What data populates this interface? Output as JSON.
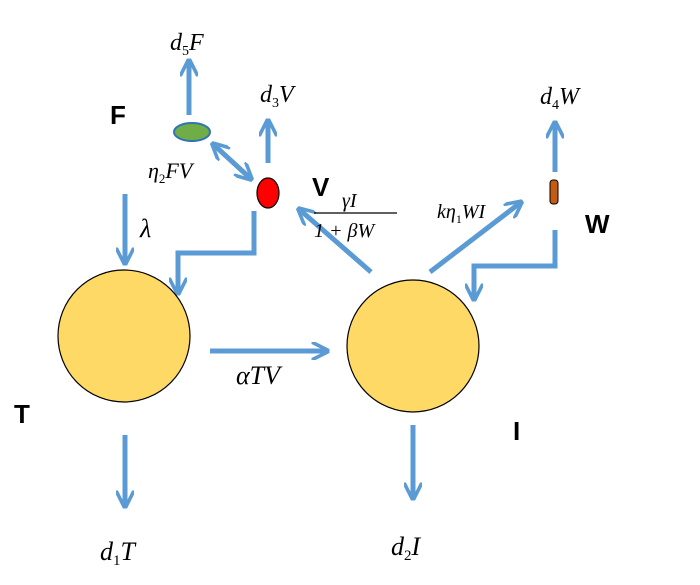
{
  "nodes": {
    "T": "T",
    "I": "I",
    "F": "F",
    "V": "V",
    "W": "W"
  },
  "labels": {
    "d5F": {
      "main": "d",
      "sub": "5",
      "tail": "F"
    },
    "d3V": {
      "main": "d",
      "sub": "3",
      "tail": "V"
    },
    "d4W": {
      "main": "d",
      "sub": "4",
      "tail": "W"
    },
    "eta2FV": {
      "main": "η",
      "sub": "2",
      "tail": "FV"
    },
    "lambda": "λ",
    "gammaI": "γI",
    "oneplusbetaW": "1 + βW",
    "keta1WI": {
      "main": "kη",
      "sub": "1",
      "tail": "WI"
    },
    "alphaTV": "αTV",
    "d1T": {
      "main": "d",
      "sub": "1",
      "tail": "T"
    },
    "d2I": {
      "main": "d",
      "sub": "2",
      "tail": "I"
    }
  },
  "colors": {
    "arrow": "#5b9bd5",
    "cell": "#ffd966",
    "virus": "#ff0000",
    "ifn": "#70ad47",
    "w_particle": "#c55a11"
  }
}
